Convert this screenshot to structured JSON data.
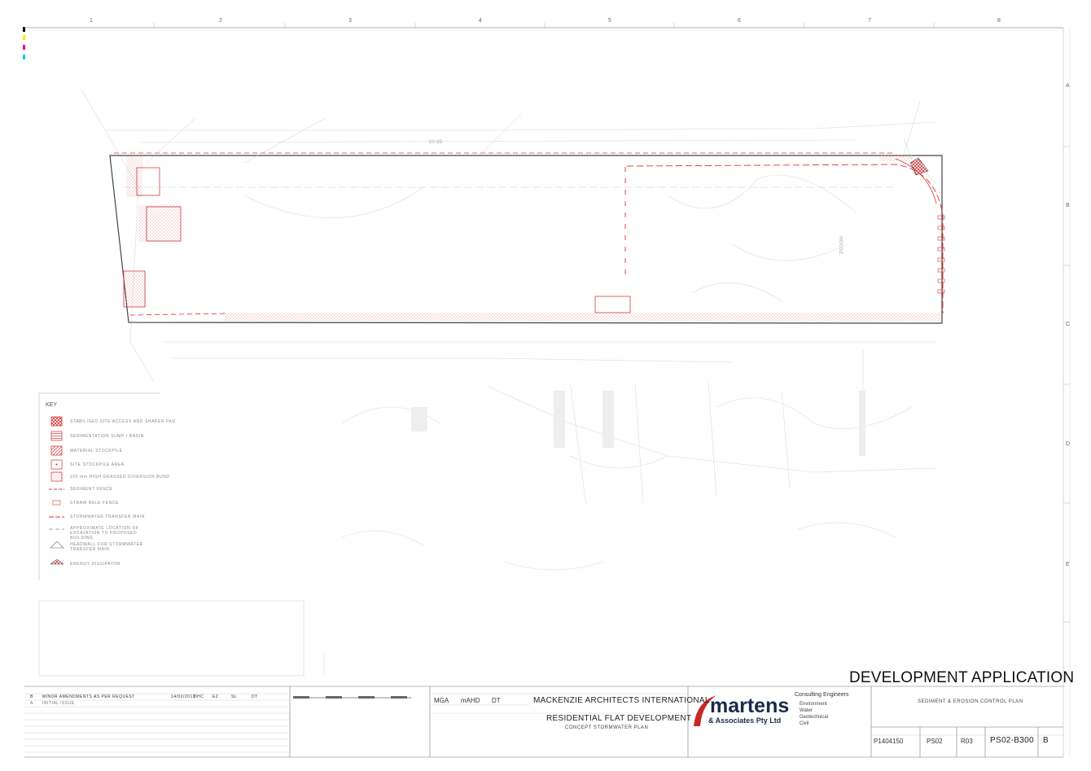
{
  "grid": {
    "columns": [
      "1",
      "2",
      "3",
      "4",
      "5",
      "6",
      "7",
      "8"
    ],
    "rows": [
      "A",
      "B",
      "C",
      "D",
      "E"
    ]
  },
  "plan": {
    "labels": [
      "60.85",
      "HOUSE"
    ]
  },
  "key": {
    "title": "KEY",
    "items": [
      {
        "label": "STABILISED SITE ACCESS AND SHAKER PAD",
        "icon": "cross-hatch-swatch-icon"
      },
      {
        "label": "SEDIMENTATION SUMP / BASIN",
        "icon": "horizontal-hatch-swatch-icon"
      },
      {
        "label": "MATERIAL STOCKPILE",
        "icon": "diagonal-hatch-swatch-icon"
      },
      {
        "label": "SITE STOCKPILE AREA",
        "icon": "dot-box-swatch-icon"
      },
      {
        "label": "100 mm HIGH GRASSED DIVERSION BUND",
        "icon": "stipple-swatch-icon"
      },
      {
        "label": "SEDIMENT FENCE",
        "icon": "sediment-fence-line-icon"
      },
      {
        "label": "STRAW BALE FENCE",
        "icon": "straw-bale-icon"
      },
      {
        "label": "STORMWATER TRANSFER MAIN",
        "icon": "transfer-main-line-icon"
      },
      {
        "label": "APPROXIMATE LOCATION OF EXCAVATION TO PROPOSED BUILDING",
        "icon": "excavation-line-icon"
      },
      {
        "label": "HEADWALL FOR STORMWATER TRANSFER MAIN",
        "icon": "headwall-icon"
      },
      {
        "label": "ENERGY DISSIPATOR",
        "icon": "energy-dissipator-icon"
      }
    ]
  },
  "title_block": {
    "stamp": "DEVELOPMENT APPLICATION",
    "revisions": [
      {
        "rev": "B",
        "description": "MINOR AMENDMENTS AS PER REQUEST",
        "date": "14/02/2019",
        "drawn": "DHC",
        "designed": "EZ",
        "checked": "SL",
        "approved": "DT"
      },
      {
        "rev": "A",
        "description": "INITIAL ISSUE",
        "date": "",
        "drawn": "",
        "designed": "",
        "checked": "",
        "approved": ""
      }
    ],
    "datum": {
      "grid": "MGA",
      "datum": "mAHD",
      "pm": "DT"
    },
    "client": "MACKENZIE ARCHITECTS INTERNATIONAL",
    "project": "RESIDENTIAL FLAT DEVELOPMENT",
    "project_sub": "CONCEPT STORMWATER PLAN",
    "company": "martens",
    "company_sub": "& Associates Pty Ltd",
    "consulting": "Consulting Engineers",
    "disciplines": [
      "Environment",
      "Water",
      "Geotechnical",
      "Civil"
    ],
    "drawing_title": "SEDIMENT & EROSION CONTROL PLAN",
    "project_no": "P1404150",
    "plan_set": "PS02",
    "report": "R03",
    "drawing_no": "PS02-B300",
    "revision": "B"
  }
}
